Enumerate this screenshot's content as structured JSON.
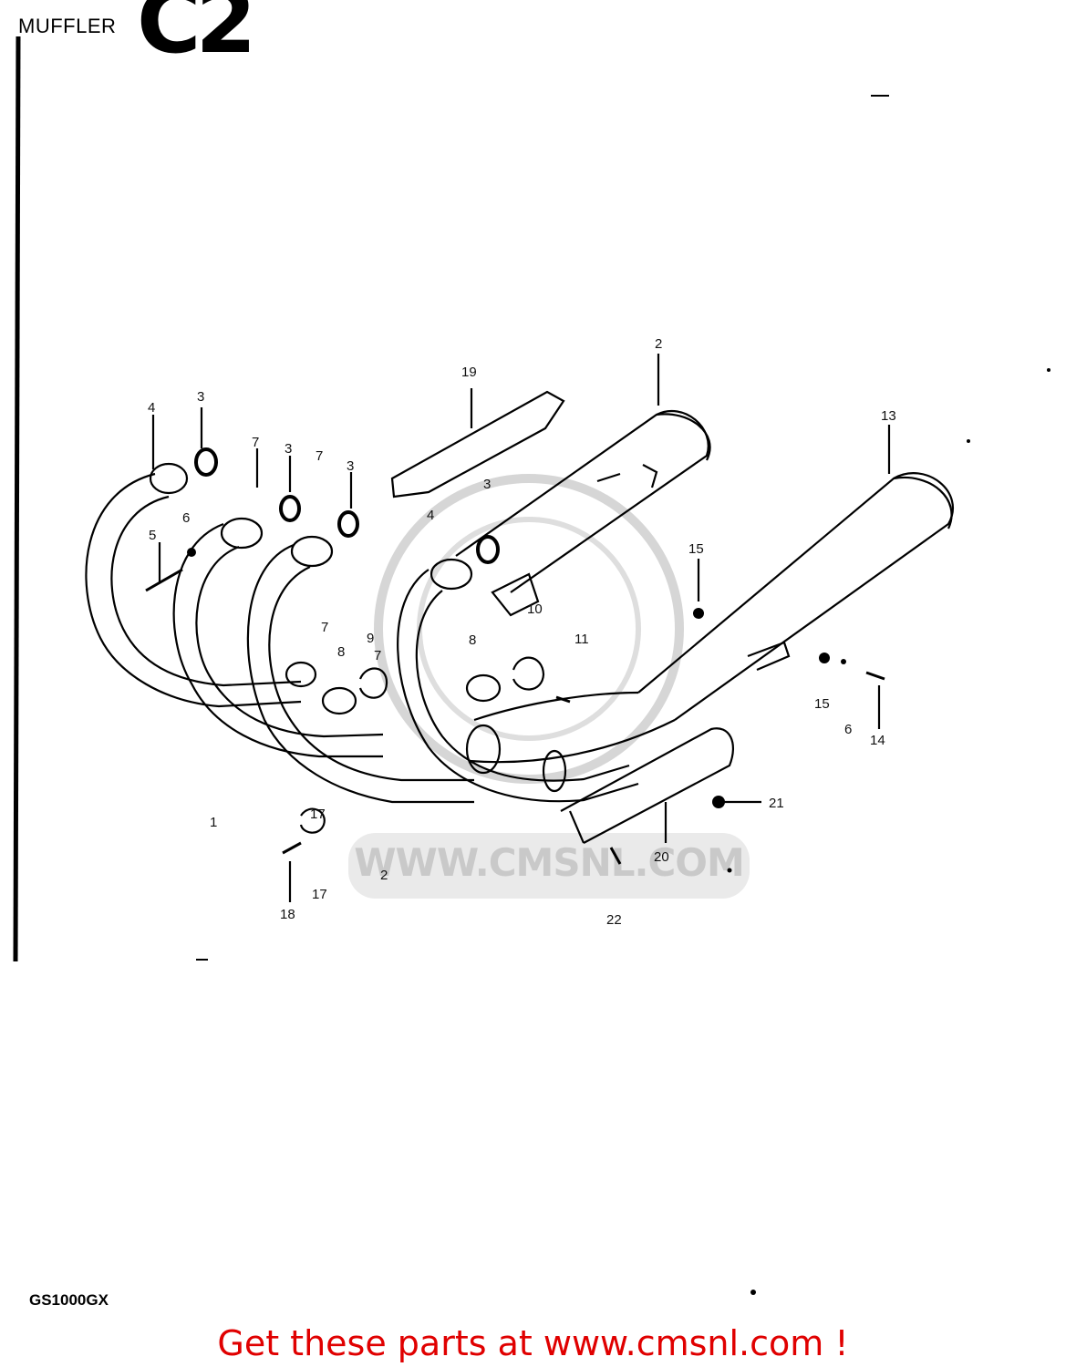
{
  "page": {
    "title": "MUFFLER",
    "heading_mark": "C2",
    "model": "GS1000GX",
    "cta": "Get these parts at www.cmsnl.com !",
    "watermark": "WWW.CMSNL.COM",
    "cta_color": "#e00000"
  },
  "callouts": {
    "n1": "1",
    "n2a": "2",
    "n2b": "2",
    "n3a": "3",
    "n3b": "3",
    "n3c": "3",
    "n3d": "3",
    "n4a": "4",
    "n4b": "4",
    "n5": "5",
    "n6a": "6",
    "n6b": "6",
    "n7a": "7",
    "n7b": "7",
    "n7c": "7",
    "n7d": "7",
    "n8a": "8",
    "n8b": "8",
    "n9": "9",
    "n10": "10",
    "n11": "11",
    "n13": "13",
    "n14": "14",
    "n15a": "15",
    "n15b": "15",
    "n17a": "17",
    "n17b": "17",
    "n18": "18",
    "n19": "19",
    "n20": "20",
    "n21": "21",
    "n22": "22"
  }
}
